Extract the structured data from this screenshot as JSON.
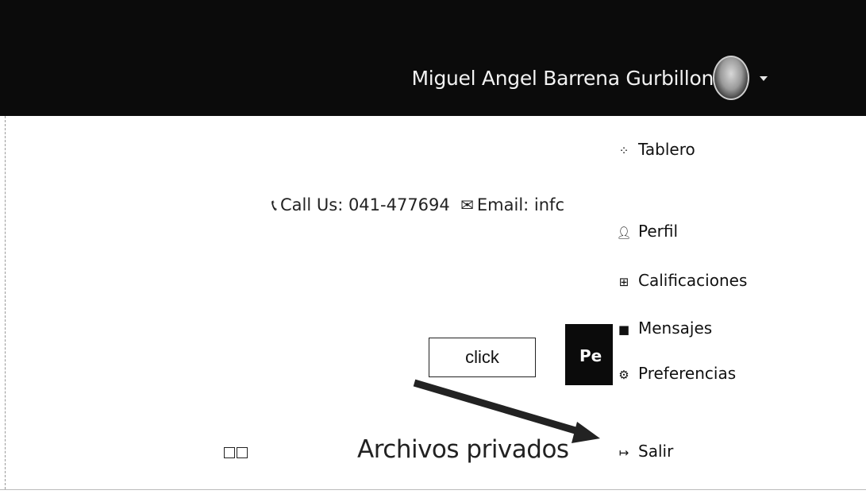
{
  "header": {
    "user_name": "Miguel Angel Barrena Gurbillon"
  },
  "contact": {
    "phone_text": "Call Us: 041-477694",
    "email_text": "Email: infc"
  },
  "user_menu": {
    "items": [
      {
        "label": "Tablero",
        "icon": "dashboard-icon"
      },
      {
        "label": "Perfil",
        "icon": "user-icon"
      },
      {
        "label": "Calificaciones",
        "icon": "grades-icon"
      },
      {
        "label": "Mensajes",
        "icon": "chat-icon"
      },
      {
        "label": "Preferencias",
        "icon": "gear-icon"
      },
      {
        "label": "Salir",
        "icon": "logout-icon"
      }
    ]
  },
  "dark_button": {
    "label": "Pe"
  },
  "annotation": {
    "callout_text": "click"
  },
  "main": {
    "private_files_label": "Archivos privados"
  }
}
